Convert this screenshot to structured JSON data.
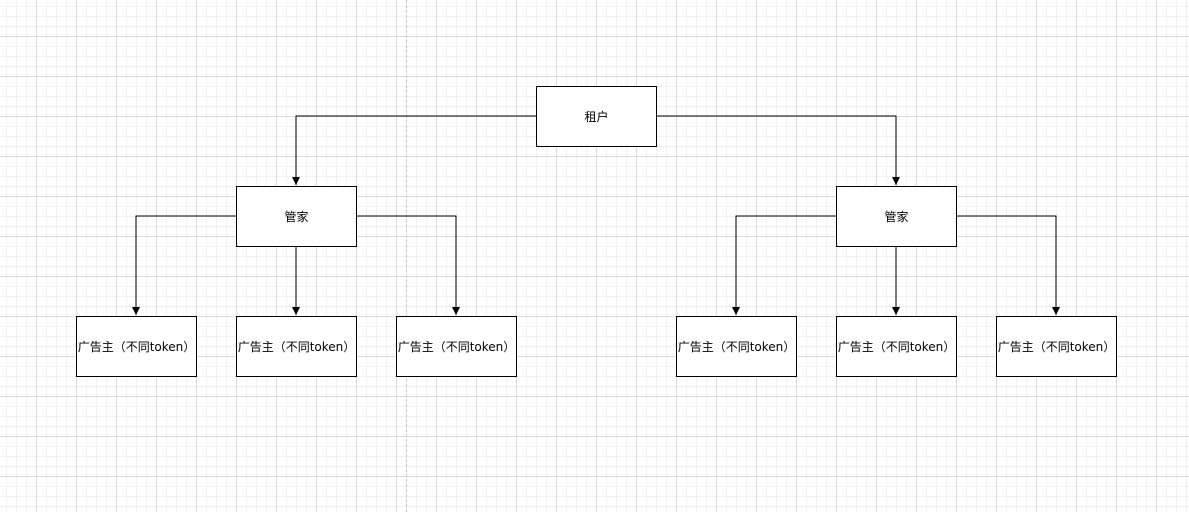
{
  "diagram": {
    "root": {
      "label": "租户"
    },
    "managers": [
      {
        "label": "管家",
        "advertisers": [
          {
            "label": "广告主（不同token）"
          },
          {
            "label": "广告主（不同token）"
          },
          {
            "label": "广告主（不同token）"
          }
        ]
      },
      {
        "label": "管家",
        "advertisers": [
          {
            "label": "广告主（不同token）"
          },
          {
            "label": "广告主（不同token）"
          },
          {
            "label": "广告主（不同token）"
          }
        ]
      }
    ]
  },
  "colors": {
    "canvas_background": "#ffffff",
    "grid_major": "#dcdcdc",
    "grid_minor": "#f0f0f0",
    "node_border": "#000000",
    "node_fill": "#ffffff",
    "edge": "#000000"
  }
}
